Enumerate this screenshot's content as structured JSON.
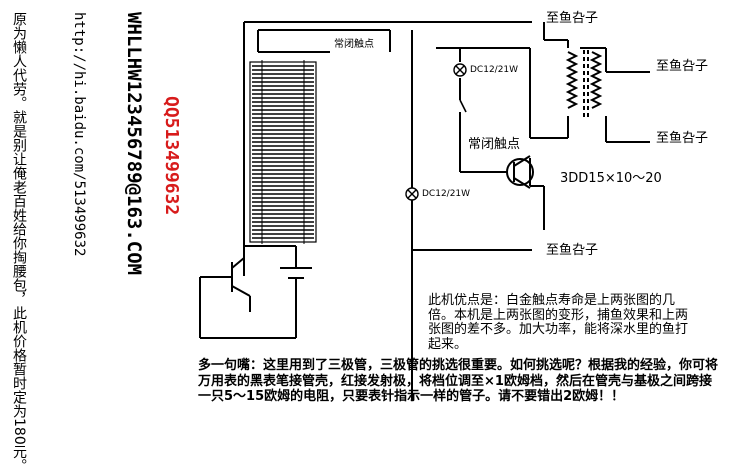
{
  "left_text": {
    "col1": "原为懒人代劳。就是别让俺老百姓给你掏腰包，此机价格暂时定为180元。",
    "col2": "http://hi.baidu.com/513499632",
    "col3": "WHLLHW123456789@163.COM",
    "col4": "QQ513499632"
  },
  "diagram": {
    "labels": {
      "fish_top": "至鱼叴子",
      "nc_contact_small": "常闭触点",
      "lamp_top": "DC12/21W",
      "fish_right1": "至鱼叴子",
      "fish_right2": "至鱼叴子",
      "nc_contact": "常闭触点",
      "transistor": "3DD15×10～20",
      "lamp_mid": "DC12/21W",
      "fish_mid": "至鱼叴子"
    }
  },
  "note": "此机优点是：白金触点寿命是上两张图的几倍。本机是上两张图的变形，捕鱼效果和上两张图的差不多。加大功率，能将深水里的鱼打起来。",
  "bottom_note": "多一句嘴：这里用到了三极管，三极管的挑选很重要。如何挑选呢？根据我的经验，你可将万用表的黑表笔接管壳，红接发射极，将档位调至×1欧姆档，然后在管壳与基极之间跨接一只5～15欧姆的电阻，只要表针指示一样的管子。请不要错出2欧姆！！"
}
